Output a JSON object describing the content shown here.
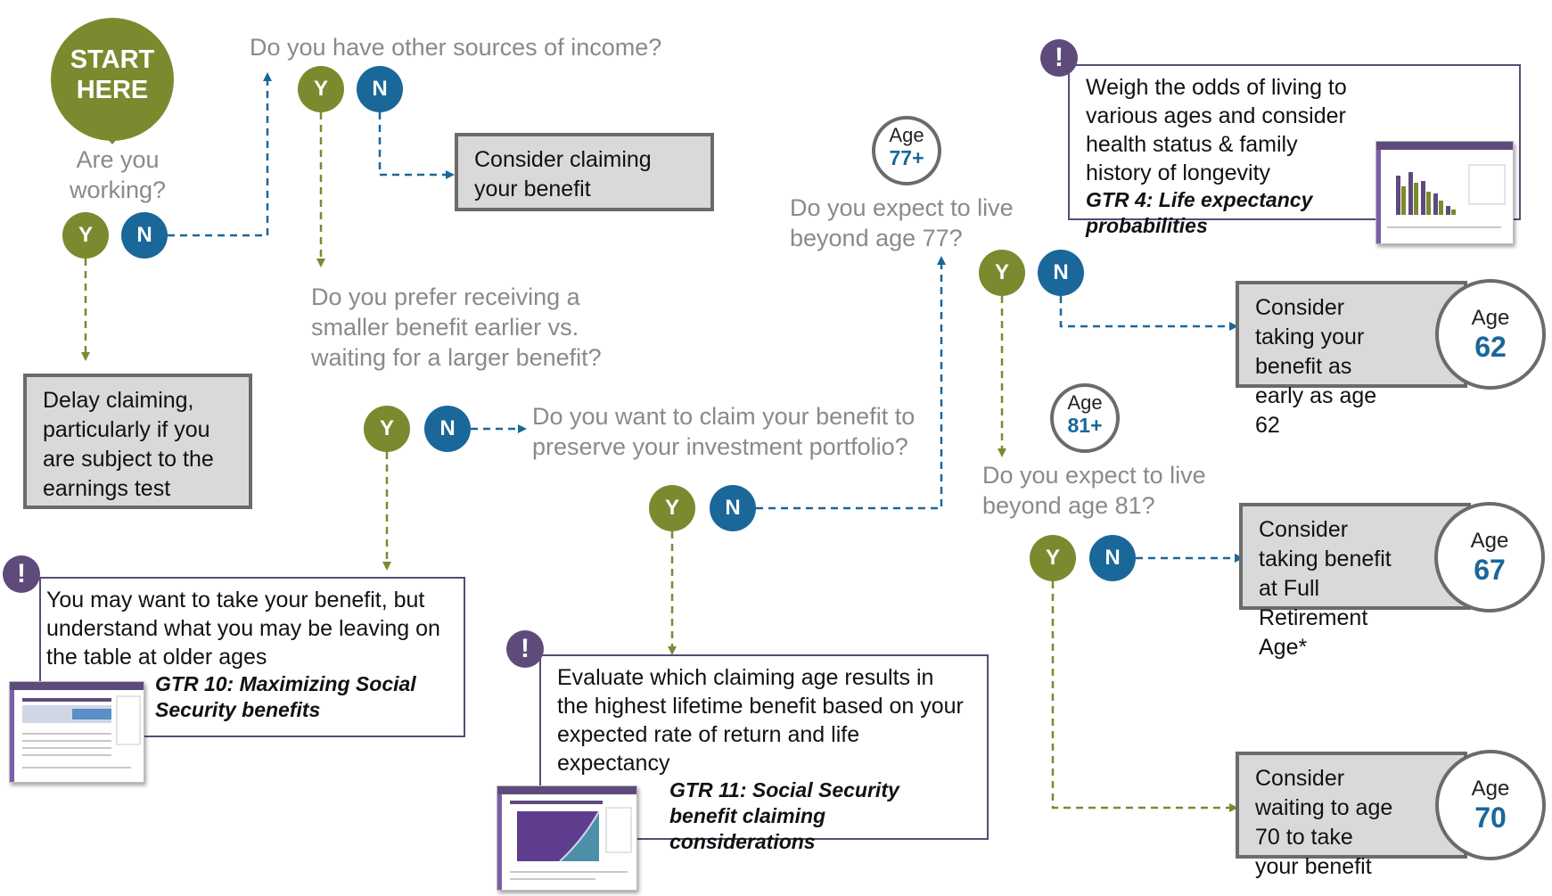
{
  "start": {
    "line1": "START",
    "line2": "HERE"
  },
  "questions": {
    "working": "Are you working?",
    "other_income": "Do you have other sources of income?",
    "prefer_smaller": "Do you prefer receiving a smaller benefit earlier vs. waiting for a larger benefit?",
    "preserve_portfolio": "Do you want to claim your benefit to preserve your investment portfolio?",
    "live_77": "Do you expect to live beyond age 77?",
    "live_81": "Do you expect to live beyond age 81?"
  },
  "choices": {
    "yes": "Y",
    "no": "N"
  },
  "outcomes": {
    "consider_claiming": "Consider claiming your benefit",
    "delay_claiming": "Delay claiming, particularly if you are subject to the earnings test",
    "take_early": "Consider taking your benefit as early as age 62",
    "take_fra": "Consider taking benefit at Full Retirement Age*",
    "wait_70": "Consider waiting to age 70 to take your benefit"
  },
  "ages": {
    "age_label": "Age",
    "age_77": "77+",
    "age_81": "81+",
    "age_62": "62",
    "age_67": "67",
    "age_70": "70"
  },
  "notes": {
    "odds": {
      "text": "Weigh the odds of living to various ages and consider health status & family history of longevity",
      "ref": "GTR 4: Life expectancy probabilities"
    },
    "leaving_table": {
      "text": "You may want to take your benefit, but understand what you may be leaving on the table at older ages",
      "ref": "GTR 10: Maximizing Social Security benefits"
    },
    "evaluate": {
      "text": "Evaluate which claiming age results in the highest lifetime benefit based on your expected rate of return and life expectancy",
      "ref": "GTR 11: Social Security benefit claiming considerations"
    },
    "exclamation": "!"
  },
  "colors": {
    "yes": "#7b8a2e",
    "no": "#1a679a",
    "note_accent": "#5e4b7c",
    "box_fill": "#d9d9d9",
    "box_border": "#6b6b6b",
    "question_text": "#8a8a8a"
  }
}
